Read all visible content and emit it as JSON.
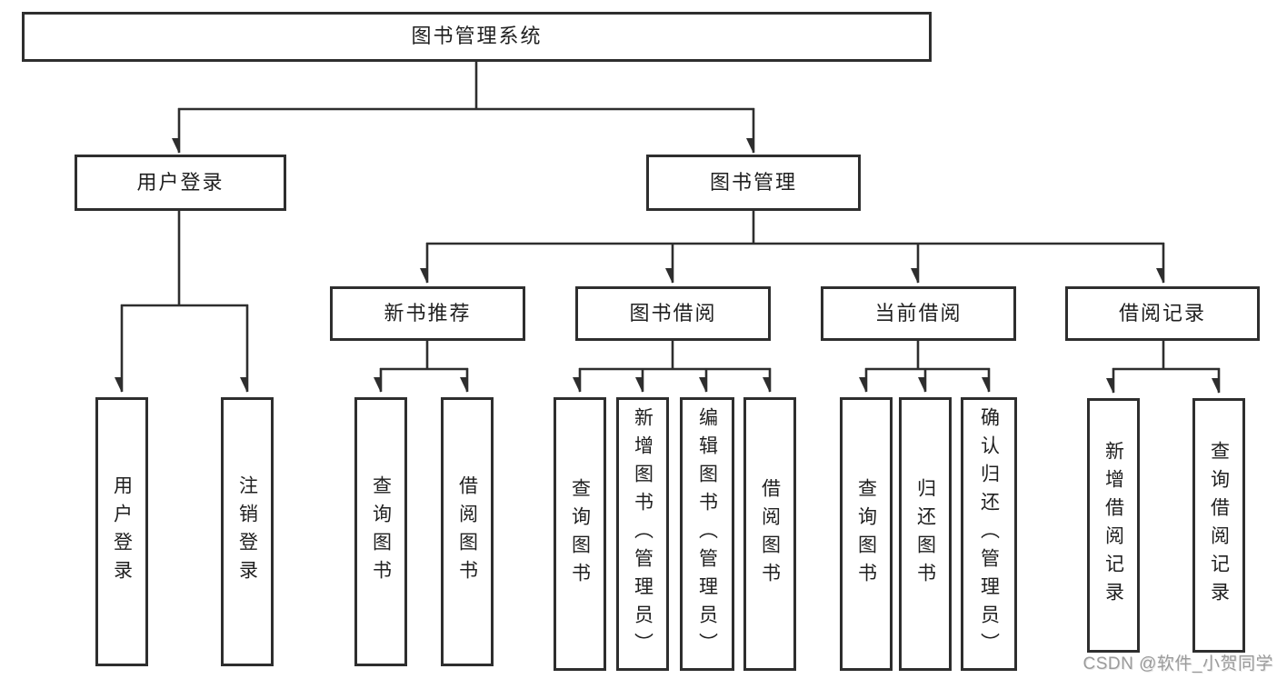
{
  "diagram_title": "图书管理系统",
  "tree": {
    "root": {
      "label": "图书管理系统"
    },
    "branches": [
      {
        "label": "用户登录",
        "children": [
          {
            "label": "用户登录"
          },
          {
            "label": "注销登录"
          }
        ]
      },
      {
        "label": "图书管理",
        "groups": [
          {
            "label": "新书推荐",
            "children": [
              {
                "label": "查询图书"
              },
              {
                "label": "借阅图书"
              }
            ]
          },
          {
            "label": "图书借阅",
            "children": [
              {
                "label": "查询图书"
              },
              {
                "label": "新增图书（管理员）"
              },
              {
                "label": "编辑图书（管理员）"
              },
              {
                "label": "借阅图书"
              }
            ]
          },
          {
            "label": "当前借阅",
            "children": [
              {
                "label": "查询图书"
              },
              {
                "label": "归还图书"
              },
              {
                "label": "确认归还（管理员）"
              }
            ]
          },
          {
            "label": "借阅记录",
            "children": [
              {
                "label": "新增借阅记录"
              },
              {
                "label": "查询借阅记录"
              }
            ]
          }
        ]
      }
    ]
  },
  "watermark": {
    "text": "CSDN @软件_小贺同学",
    "color": "#9b9b9b"
  },
  "colors": {
    "background": "#ffffff",
    "border": "#2e2e2e",
    "line": "#2e2e2e",
    "text": "#1f1f1f"
  }
}
